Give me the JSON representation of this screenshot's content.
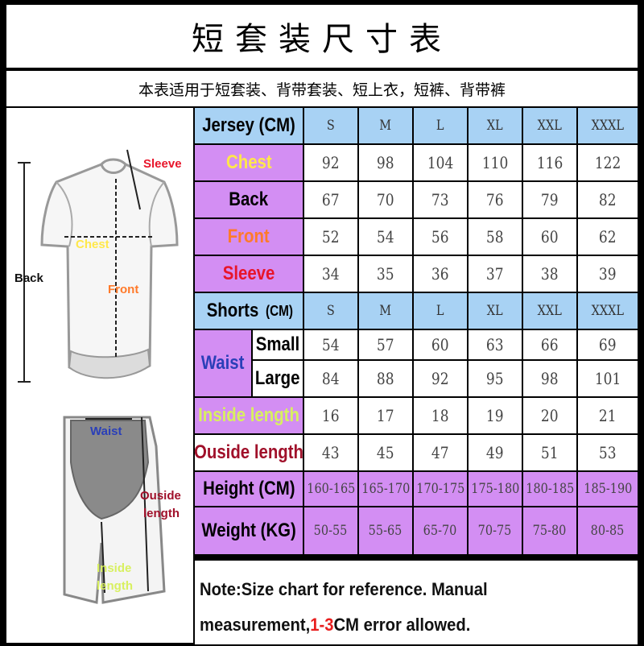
{
  "title": "短套装尺寸表",
  "subtitle": "本表适用于短套装、背带套装、短上衣，短裤、背带裤",
  "diagram": {
    "jersey_labels": {
      "sleeve": "Sleeve",
      "chest": "Chest",
      "back": "Back",
      "front": "Front"
    },
    "shorts_labels": {
      "waist": "Waist",
      "outside": "Ouside length",
      "outside_line1": "Ouside",
      "outside_line2": "length",
      "inside_line1": "Inside",
      "inside_line2": "length"
    }
  },
  "colors": {
    "blue": "#a8d2f4",
    "purple": "#d38ef3",
    "chest": "#ffe84a",
    "front": "#ff7a2a",
    "sleeve": "#e8152a",
    "waist": "#2a3fb8",
    "inside": "#d8f060",
    "outside": "#a0102a",
    "note_accent": "#e81f1f"
  },
  "jersey": {
    "header": "Jersey (CM)",
    "sizes": [
      "S",
      "M",
      "L",
      "XL",
      "XXL",
      "XXXL"
    ],
    "rows": [
      {
        "label": "Chest",
        "values": [
          "92",
          "98",
          "104",
          "110",
          "116",
          "122"
        ]
      },
      {
        "label": "Back",
        "values": [
          "67",
          "70",
          "73",
          "76",
          "79",
          "82"
        ]
      },
      {
        "label": "Front",
        "values": [
          "52",
          "54",
          "56",
          "58",
          "60",
          "62"
        ]
      },
      {
        "label": "Sleeve",
        "values": [
          "34",
          "35",
          "36",
          "37",
          "38",
          "39"
        ]
      }
    ]
  },
  "shorts": {
    "header": "Shorts",
    "header_unit": "(CM)",
    "sizes": [
      "S",
      "M",
      "L",
      "XL",
      "XXL",
      "XXXL"
    ],
    "waist_label": "Waist",
    "waist_small_label": "Small",
    "waist_large_label": "Large",
    "waist_small": [
      "54",
      "57",
      "60",
      "63",
      "66",
      "69"
    ],
    "waist_large": [
      "84",
      "88",
      "92",
      "95",
      "98",
      "101"
    ],
    "inside": {
      "label": "Inside length",
      "values": [
        "16",
        "17",
        "18",
        "19",
        "20",
        "21"
      ]
    },
    "outside": {
      "label": "Ouside length",
      "values": [
        "43",
        "45",
        "47",
        "49",
        "51",
        "53"
      ]
    }
  },
  "height": {
    "label": "Height (CM)",
    "values": [
      "160-165",
      "165-170",
      "170-175",
      "175-180",
      "180-185",
      "185-190"
    ]
  },
  "weight": {
    "label": "Weight (KG)",
    "values": [
      "50-55",
      "55-65",
      "65-70",
      "70-75",
      "75-80",
      "80-85"
    ]
  },
  "note": {
    "text_before": "Note:Size chart for reference. Manual measurement,",
    "highlight": "1-3",
    "text_after": "CM error allowed."
  }
}
